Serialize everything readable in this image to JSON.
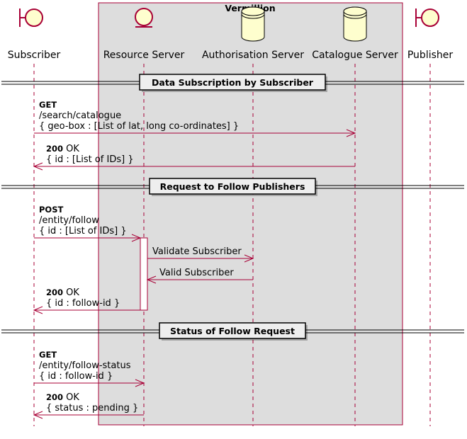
{
  "box": {
    "title": "Vermillion"
  },
  "participants": [
    {
      "id": "subscriber",
      "label": "Subscriber",
      "kind": "boundary"
    },
    {
      "id": "resource",
      "label": "Resource Server",
      "kind": "entity"
    },
    {
      "id": "auth",
      "label": "Authorisation Server",
      "kind": "database"
    },
    {
      "id": "catalogue",
      "label": "Catalogue Server",
      "kind": "database"
    },
    {
      "id": "publisher",
      "label": "Publisher",
      "kind": "boundary"
    }
  ],
  "separators": [
    {
      "title": "Data Subscription by Subscriber"
    },
    {
      "title": "Request to Follow Publishers"
    },
    {
      "title": "Status of Follow Request"
    }
  ],
  "messages": [
    {
      "from": "subscriber",
      "to": "catalogue",
      "lines": [
        {
          "bold": "GET",
          "text": ""
        },
        {
          "bold": "",
          "text": " /search/catalogue"
        },
        {
          "bold": "",
          "text": "{ geo-box : [List of lat, long co-ordinates] }"
        }
      ]
    },
    {
      "from": "catalogue",
      "to": "subscriber",
      "dashed": false,
      "lines": [
        {
          "bold": "200",
          "text": " OK"
        },
        {
          "bold": "",
          "text": " { id : [List of IDs] }"
        }
      ]
    },
    {
      "from": "subscriber",
      "to": "resource",
      "lines": [
        {
          "bold": "POST",
          "text": ""
        },
        {
          "bold": "",
          "text": " /entity/follow"
        },
        {
          "bold": "",
          "text": "{ id : [List of IDs] }"
        }
      ]
    },
    {
      "from": "resource",
      "to": "auth",
      "lines": [
        {
          "bold": "",
          "text": "Validate Subscriber"
        }
      ]
    },
    {
      "from": "auth",
      "to": "resource",
      "lines": [
        {
          "bold": "",
          "text": "Valid Subscriber"
        }
      ]
    },
    {
      "from": "resource",
      "to": "subscriber",
      "lines": [
        {
          "bold": "200",
          "text": " OK"
        },
        {
          "bold": "",
          "text": " { id : follow-id }"
        }
      ]
    },
    {
      "from": "subscriber",
      "to": "resource",
      "lines": [
        {
          "bold": "GET",
          "text": ""
        },
        {
          "bold": "",
          "text": " /entity/follow-status"
        },
        {
          "bold": "",
          "text": "{ id : follow-id }"
        }
      ]
    },
    {
      "from": "resource",
      "to": "subscriber",
      "lines": [
        {
          "bold": "200",
          "text": " OK"
        },
        {
          "bold": "",
          "text": " { status : pending }"
        }
      ]
    }
  ],
  "colors": {
    "accent": "#A80036",
    "participant_fill": "#FEFECE",
    "box_fill": "#DDDDDD",
    "separator_fill": "#EEEEEE",
    "text": "#000000"
  }
}
